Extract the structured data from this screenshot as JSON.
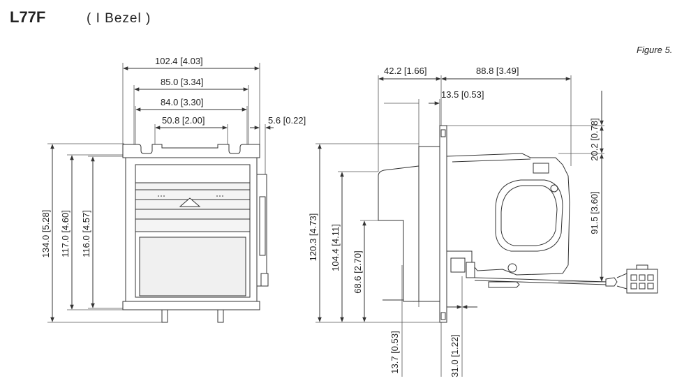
{
  "header": {
    "model": "L77F",
    "variant": "( I Bezel )",
    "figure_label": "Figure 5."
  },
  "front_view": {
    "dims": {
      "overall_width": "102.4 [4.03]",
      "frame_width": "85.0 [3.34]",
      "inner_width": "84.0 [3.30]",
      "slot_width": "50.8 [2.00]",
      "side_offset": "5.6 [0.22]",
      "overall_height": "134.0 [5.28]",
      "frame_height": "117.0 [4.60]",
      "inner_height": "116.0 [4.57]"
    }
  },
  "side_view": {
    "dims": {
      "bezel_depth": "42.2 [1.66]",
      "body_depth": "88.8 [3.49]",
      "flange_depth": "13.5 [0.53]",
      "top_offset": "20.2 [0.78]",
      "body_height": "91.5 [3.60]",
      "overall_height": "120.3 [4.73]",
      "bezel_height": "104.4 [4.11]",
      "lower_height": "68.6 [2.70]",
      "bottom_offset": "13.7 [0.53]",
      "bottom_flange": "31.0 [1.22]"
    }
  }
}
